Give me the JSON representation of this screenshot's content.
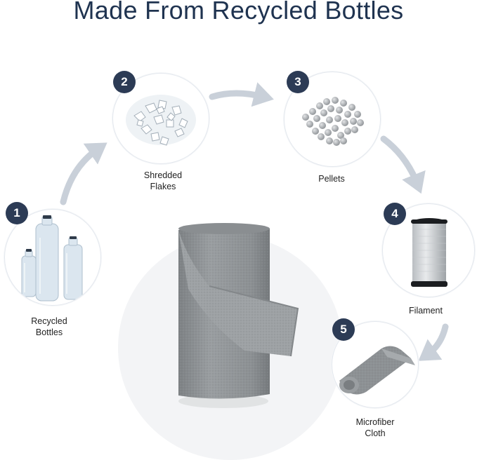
{
  "title": "Made From Recycled Bottles",
  "steps": [
    {
      "number": "1",
      "line1": "Recycled",
      "line2": "Bottles"
    },
    {
      "number": "2",
      "line1": "Shredded",
      "line2": "Flakes"
    },
    {
      "number": "3",
      "line1": "Pellets",
      "line2": ""
    },
    {
      "number": "4",
      "line1": "Filament",
      "line2": ""
    },
    {
      "number": "5",
      "line1": "Microfiber",
      "line2": "Cloth"
    }
  ],
  "colors": {
    "title": "#1f3350",
    "badge": "#2c3b55",
    "arrow": "#c9d0d9",
    "cloth": "#8f9396"
  }
}
